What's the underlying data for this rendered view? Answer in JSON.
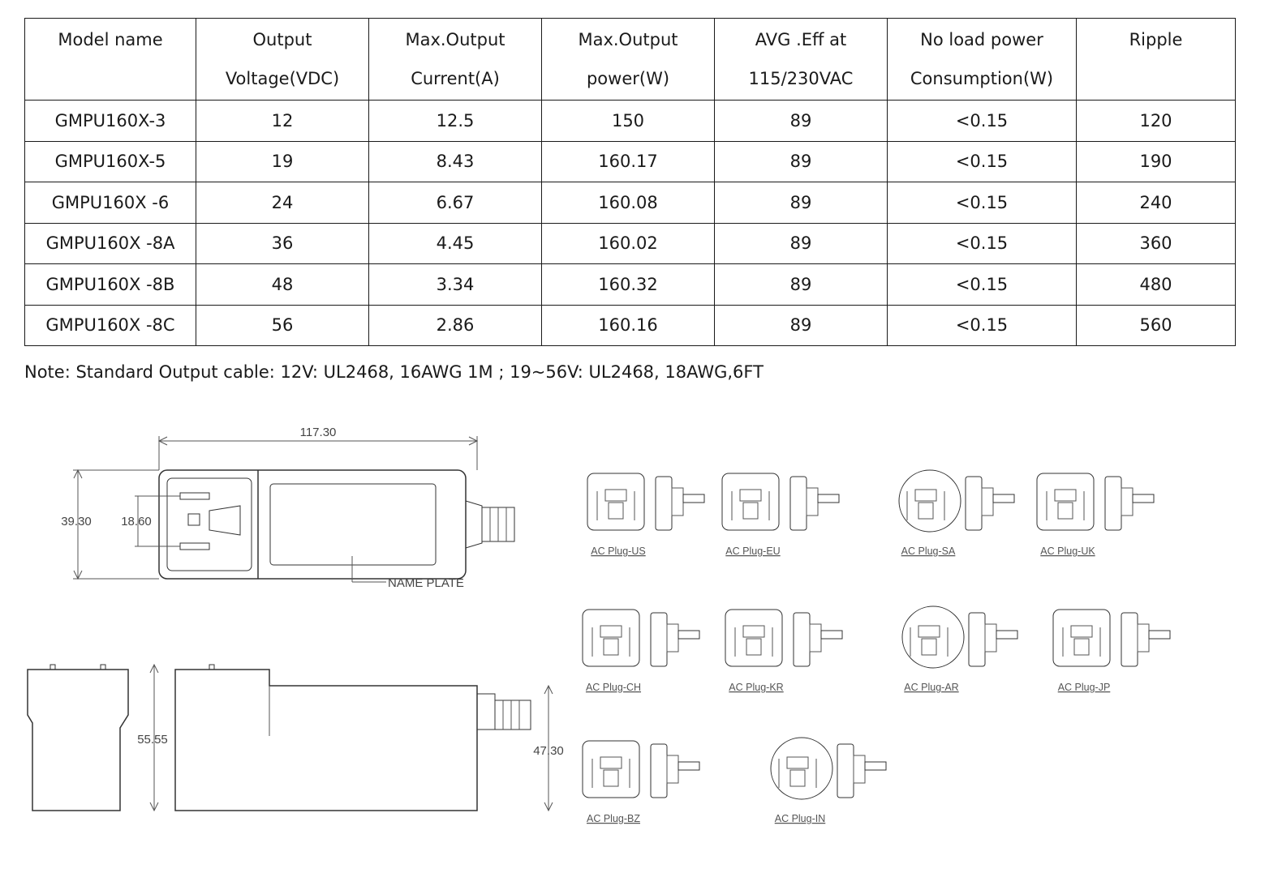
{
  "table": {
    "headers": [
      {
        "line1": "Model name",
        "line2": ""
      },
      {
        "line1": "Output",
        "line2": "Voltage(VDC)"
      },
      {
        "line1": "Max.Output",
        "line2": "Current(A)"
      },
      {
        "line1": "Max.Output",
        "line2": "power(W)"
      },
      {
        "line1": "AVG .Eff at",
        "line2": "115/230VAC"
      },
      {
        "line1": "No load power",
        "line2": "Consumption(W)"
      },
      {
        "line1": "Ripple",
        "line2": ""
      }
    ],
    "rows": [
      [
        "GMPU160X-3",
        "12",
        "12.5",
        "150",
        "89",
        "<0.15",
        "120"
      ],
      [
        "GMPU160X-5",
        "19",
        "8.43",
        "160.17",
        "89",
        "<0.15",
        "190"
      ],
      [
        "GMPU160X -6",
        "24",
        "6.67",
        "160.08",
        "89",
        "<0.15",
        "240"
      ],
      [
        "GMPU160X -8A",
        "36",
        "4.45",
        "160.02",
        "89",
        "<0.15",
        "360"
      ],
      [
        "GMPU160X -8B",
        "48",
        "3.34",
        "160.32",
        "89",
        "<0.15",
        "480"
      ],
      [
        "GMPU160X -8C",
        "56",
        "2.86",
        "160.16",
        "89",
        "<0.15",
        "560"
      ]
    ]
  },
  "note": "Note: Standard Output cable: 12V: UL2468, 16AWG 1M ; 19~56V: UL2468, 18AWG,6FT",
  "drawing": {
    "dim_length": "117.30",
    "dim_height": "39.30",
    "dim_inlet": "18.60",
    "name_plate_label": "NAME PLATE",
    "dim_side_height": "55.55",
    "dim_body_height": "47.30"
  },
  "plugs": [
    {
      "caption": "AC Plug-US",
      "shape": "square"
    },
    {
      "caption": "AC Plug-EU",
      "shape": "square"
    },
    {
      "caption": "AC Plug-SA",
      "shape": "round"
    },
    {
      "caption": "AC Plug-UK",
      "shape": "square"
    },
    {
      "caption": "AC Plug-CH",
      "shape": "square"
    },
    {
      "caption": "AC Plug-KR",
      "shape": "square"
    },
    {
      "caption": "AC Plug-AR",
      "shape": "round"
    },
    {
      "caption": "AC Plug-JP",
      "shape": "square"
    },
    {
      "caption": "AC Plug-BZ",
      "shape": "square"
    },
    {
      "caption": "AC Plug-IN",
      "shape": "round"
    }
  ]
}
